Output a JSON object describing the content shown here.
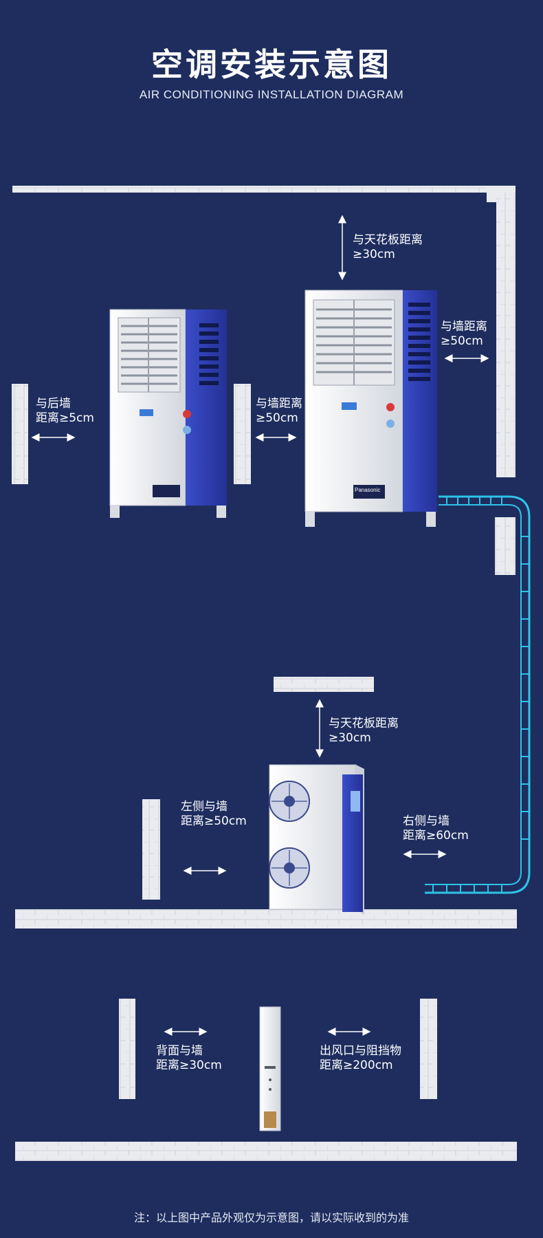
{
  "header": {
    "title": "空调安装示意图",
    "subtitle": "AIR CONDITIONING INSTALLATION DIAGRAM"
  },
  "indoor_section": {
    "left_unit_labels": {
      "rear_wall_line1": "与后墙",
      "rear_wall_line2": "距离≥5cm"
    },
    "middle_labels": {
      "wall_line1": "与墙距离",
      "wall_line2": "≥50cm"
    },
    "ceiling_labels": {
      "line1": "与天花板距离",
      "line2": "≥30cm"
    },
    "right_wall_labels": {
      "line1": "与墙距离",
      "line2": "≥50cm"
    },
    "brand_mark": "Panasonic"
  },
  "outdoor_section": {
    "ceiling_labels": {
      "line1": "与天花板距离",
      "line2": "≥30cm"
    },
    "left_labels": {
      "line1": "左侧与墙",
      "line2": "距离≥50cm"
    },
    "right_labels": {
      "line1": "右侧与墙",
      "line2": "距离≥60cm"
    }
  },
  "side_section": {
    "back_labels": {
      "line1": "背面与墙",
      "line2": "距离≥30cm"
    },
    "outlet_labels": {
      "line1": "出风口与阻挡物",
      "line2": "距离≥200cm"
    }
  },
  "footer": {
    "note": "注：以上图中产品外观仅为示意图，请以实际收到的为准"
  },
  "colors": {
    "background": "#1e2d5e",
    "wall": "#e9ebef",
    "pipe": "#2ec4e6",
    "unit_blue": "#2f3fb3"
  }
}
